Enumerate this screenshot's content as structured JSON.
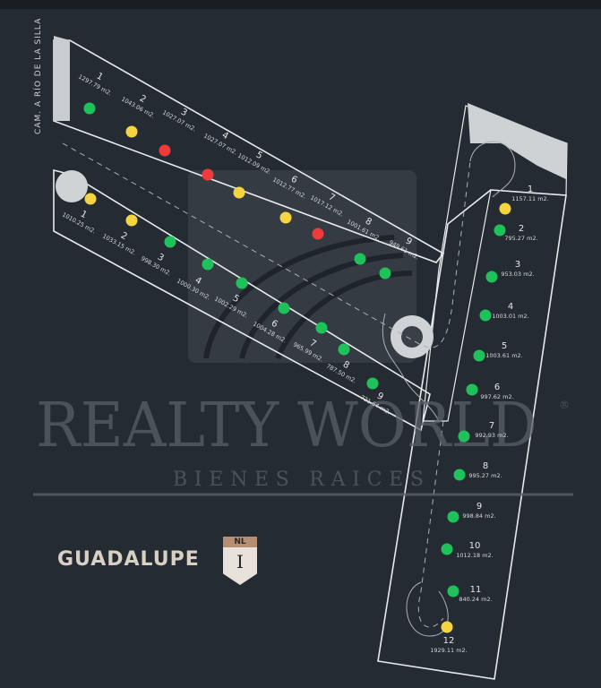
{
  "status_colors": {
    "available": "#1fc25a",
    "reserved": "#f5d442",
    "sold": "#ef3b3b"
  },
  "road_label": "CAM. A RÍO DE LA SILLA",
  "watermark": {
    "brand": "REALTY WORLD",
    "tagline": "BIENES RAICES",
    "registered": "®"
  },
  "location": {
    "city": "GUADALUPE",
    "state_code": "NL",
    "shield_number": "I"
  },
  "blocks": [
    {
      "lots": [
        {
          "number": "1",
          "area": "1297.79 m2.",
          "status": "available"
        },
        {
          "number": "2",
          "area": "1043.06 m2.",
          "status": "reserved"
        },
        {
          "number": "3",
          "area": "1027.07 m2.",
          "status": "sold"
        },
        {
          "number": "4",
          "area": "1027.07 m2.",
          "status": "sold"
        },
        {
          "number": "5",
          "area": "1012.09 m2.",
          "status": "reserved"
        },
        {
          "number": "6",
          "area": "1012.77 m2.",
          "status": "reserved"
        },
        {
          "number": "7",
          "area": "1017.12 m2.",
          "status": "sold"
        },
        {
          "number": "8",
          "area": "1001.61 m2.",
          "status": "available"
        },
        {
          "number": "9",
          "area": "949.61 m2.",
          "status": "available"
        }
      ]
    },
    {
      "lots": [
        {
          "number": "1",
          "area": "1010.25 m2.",
          "status": "reserved"
        },
        {
          "number": "2",
          "area": "1033.15 m2.",
          "status": "reserved"
        },
        {
          "number": "3",
          "area": "998.30 m2.",
          "status": "available"
        },
        {
          "number": "4",
          "area": "1000.30 m2.",
          "status": "available"
        },
        {
          "number": "5",
          "area": "1002.29 m2.",
          "status": "available"
        },
        {
          "number": "6",
          "area": "1004.28 m2.",
          "status": "available"
        },
        {
          "number": "7",
          "area": "965.99 m2.",
          "status": "available"
        },
        {
          "number": "8",
          "area": "787.50 m2.",
          "status": "available"
        },
        {
          "number": "9",
          "area": "721.64 m2.",
          "status": "available"
        }
      ]
    },
    {
      "lots": [
        {
          "number": "1",
          "area": "1157.11 m2.",
          "status": "reserved"
        },
        {
          "number": "2",
          "area": "795.27 m2.",
          "status": "available"
        },
        {
          "number": "3",
          "area": "953.03 m2.",
          "status": "available"
        },
        {
          "number": "4",
          "area": "1003.01 m2.",
          "status": "available"
        },
        {
          "number": "5",
          "area": "1003.61 m2.",
          "status": "available"
        },
        {
          "number": "6",
          "area": "997.62 m2.",
          "status": "available"
        },
        {
          "number": "7",
          "area": "992.93 m2.",
          "status": "available"
        },
        {
          "number": "8",
          "area": "995.27 m2.",
          "status": "available"
        },
        {
          "number": "9",
          "area": "998.84 m2.",
          "status": "available"
        },
        {
          "number": "10",
          "area": "1012.18 m2.",
          "status": "available"
        },
        {
          "number": "11",
          "area": "840.24 m2.",
          "status": "available"
        },
        {
          "number": "12",
          "area": "1929.11 m2.",
          "status": "reserved"
        }
      ]
    }
  ]
}
